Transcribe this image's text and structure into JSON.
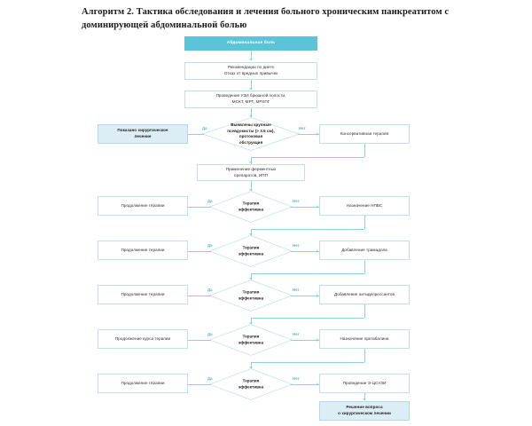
{
  "title": "Алгоритм 2. Тактика обследования и лечения больного хроническим панкреатитом с доминирующей абдоминальной болью",
  "colors": {
    "accent_teal": "#5cc4d6",
    "pale_blue_fill": "#dcedf6",
    "connector": "#8fd0de",
    "box_border": "#bfe0ea"
  },
  "edge_labels": {
    "yes": "Да",
    "no": "Нет"
  },
  "nodes": {
    "start": "Абдоминальная боль",
    "diet": "Рекомендации по диете\nОтказ от вредных привычек",
    "imaging": "Проведение УЗИ брюшной полости,\nМСКТ, МРТ, МРХПГ",
    "decision_main_line1": "Выявлены крупные",
    "decision_main_line2": "псевдокисты (> 3.5 см),",
    "decision_main_line3": "протоковая",
    "decision_main_line4": "обструкция",
    "surgery_indicated": "Показано хирургическое\nлечение",
    "conservative": "Консервативная терапия",
    "enzymes": "Применение ферментных\nпрепаратов, ИПП"
  },
  "decision_label": {
    "line1": "Терапия",
    "line2": "эффективна"
  },
  "rows": [
    {
      "yes_box": "Продолжение терапии",
      "no_box": "Назначение НПВС"
    },
    {
      "yes_box": "Продолжение терапии",
      "no_box": "Добавление трамадола"
    },
    {
      "yes_box": "Продолжение терапии",
      "no_box": "Добавление антидепрессантов"
    },
    {
      "yes_box": "Продолжение курса терапии",
      "no_box": "Назначение прегабалина"
    },
    {
      "yes_box": "Продолжение терапии",
      "no_box": "Проведение Э-ЦСУЗИ"
    }
  ],
  "final": "Решение вопроса\nо хирургическом лечении"
}
